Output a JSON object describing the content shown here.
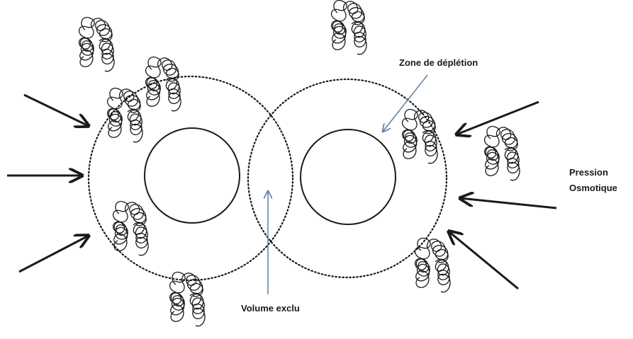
{
  "labels": {
    "depletion_zone": "Zone de déplétion",
    "osmotic_pressure_line1": "Pression",
    "osmotic_pressure_line2": "Osmotique",
    "excluded_volume": "Volume exclu"
  },
  "colors": {
    "stroke": "#1a1a1a",
    "pointer": "#5b7fa6",
    "background": "#ffffff"
  }
}
